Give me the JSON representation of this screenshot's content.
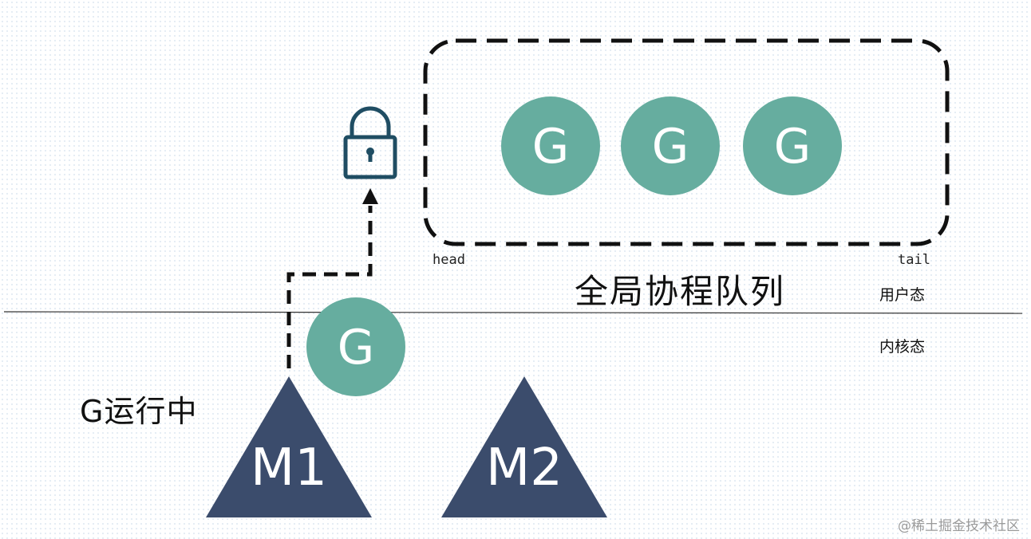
{
  "colors": {
    "goroutine": "#66ad9f",
    "thread": "#3b4c6c",
    "lock": "#1f4d63",
    "dash": "#111111",
    "divider": "#333333"
  },
  "global_queue": {
    "title": "全局协程队列",
    "head_label": "head",
    "tail_label": "tail",
    "goroutines": [
      "G",
      "G",
      "G"
    ]
  },
  "running_goroutine": {
    "label": "G"
  },
  "running_caption": "G运行中",
  "threads": [
    {
      "label": "M1"
    },
    {
      "label": "M2"
    }
  ],
  "modes": {
    "user": "用户态",
    "kernel": "内核态"
  },
  "icons": {
    "lock": "lock-icon"
  },
  "watermark": "@稀土掘金技术社区"
}
